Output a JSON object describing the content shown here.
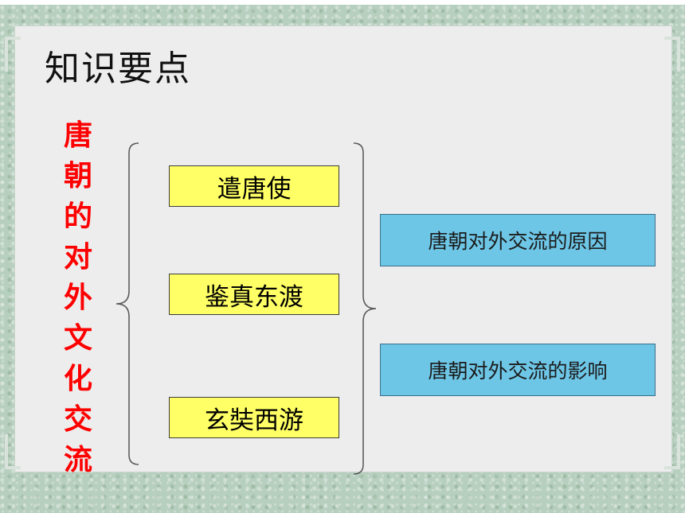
{
  "slide": {
    "title": "知识要点",
    "heading_chars": [
      "唐",
      "朝",
      "的",
      "对",
      "外",
      "文",
      "化",
      "交",
      "流"
    ],
    "topics": [
      "遣唐使",
      "鉴真东渡",
      "玄奘西游"
    ],
    "aspects": [
      "唐朝对外交流的原因",
      "唐朝对外交流的影响"
    ]
  },
  "colors": {
    "heading": "#ff0000",
    "topic_fill": "#ffff66",
    "aspect_fill": "#6ec6e6",
    "panel": "#ededed",
    "frame": "#b7cfbe"
  }
}
